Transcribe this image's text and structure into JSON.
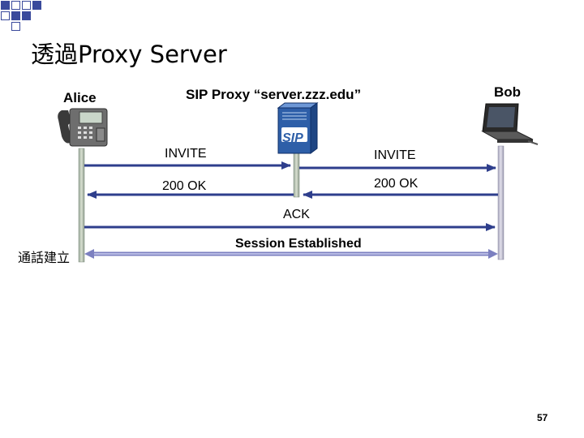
{
  "slide": {
    "title": "透過Proxy Server",
    "page_number": "57",
    "accent_color": "#2E3E8C"
  },
  "participants": {
    "alice": {
      "label": "Alice",
      "icon": "ip-phone-icon"
    },
    "proxy": {
      "label": "SIP Proxy “server.zzz.edu”",
      "icon": "sip-server-icon",
      "logo_text": "SIP"
    },
    "bob": {
      "label": "Bob",
      "icon": "laptop-icon"
    }
  },
  "messages": [
    {
      "label": "INVITE",
      "from": "alice",
      "to": "proxy"
    },
    {
      "label": "INVITE",
      "from": "proxy",
      "to": "bob"
    },
    {
      "label": "200 OK",
      "from": "bob",
      "to": "proxy"
    },
    {
      "label": "200 OK",
      "from": "proxy",
      "to": "alice"
    },
    {
      "label": "ACK",
      "from": "alice",
      "to": "bob"
    },
    {
      "label": "Session Established",
      "from": "alice",
      "to": "bob",
      "style": "bidirectional"
    }
  ],
  "side_note": "通話建立"
}
